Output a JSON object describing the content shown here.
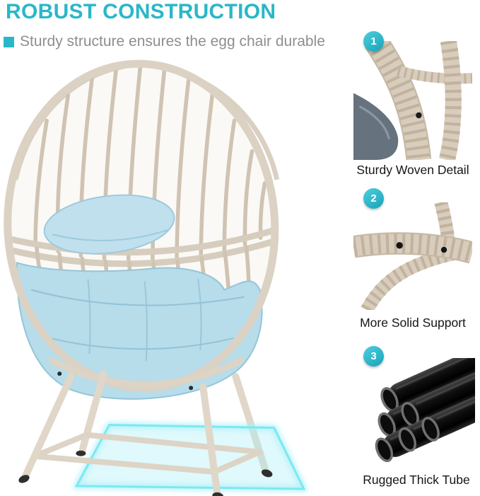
{
  "header": {
    "title": "ROBUST CONSTRUCTION",
    "subtitle": "Sturdy structure ensures the egg chair durable"
  },
  "callouts": [
    {
      "number": "1",
      "caption": "Sturdy Woven Detail",
      "icon": "woven-detail-image"
    },
    {
      "number": "2",
      "caption": "More Solid Support",
      "icon": "solid-support-image"
    },
    {
      "number": "3",
      "caption": "Rugged Thick Tube",
      "icon": "thick-tubes-image"
    }
  ],
  "colors": {
    "accent": "#29b7c8",
    "subtitle_gray": "#8e8e8e",
    "frame_beige": "#d8cfc1",
    "cushion_blue": "#b7dcea",
    "glow_cyan": "#7ce8f2",
    "tube_black": "#111111"
  }
}
